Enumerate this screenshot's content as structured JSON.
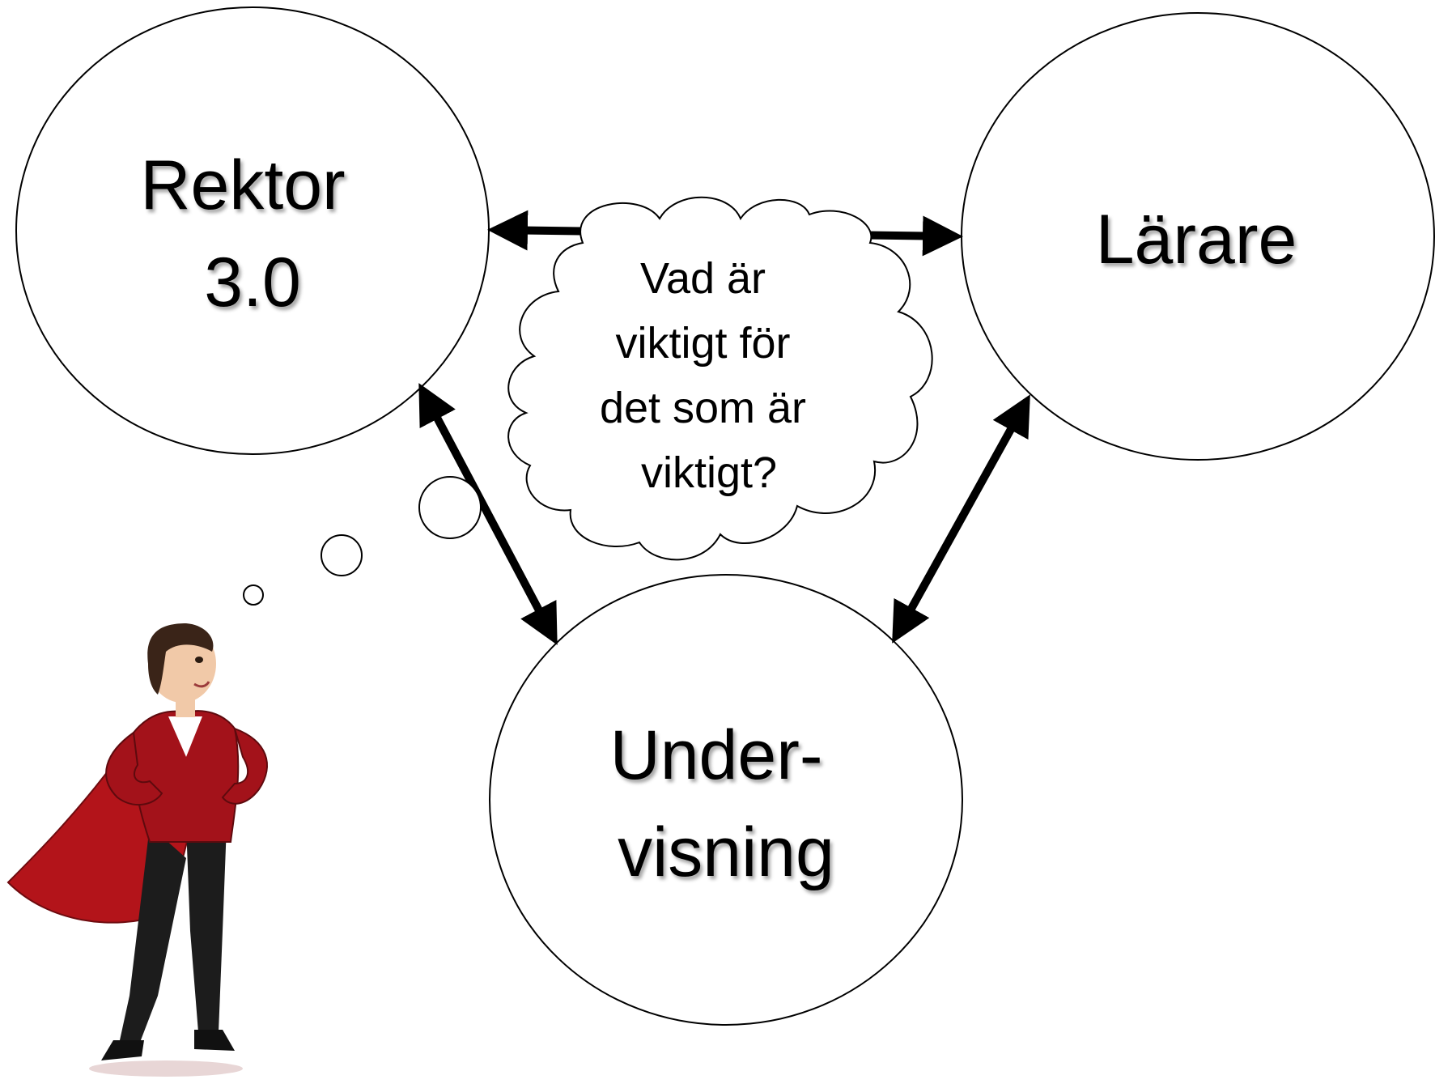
{
  "nodes": {
    "rektor": {
      "line1": "Rektor",
      "line2": "3.0"
    },
    "larare": {
      "label": "Lärare"
    },
    "undervisning": {
      "line1": "Under-",
      "line2": "visning"
    }
  },
  "thought_cloud": {
    "line1": "Vad är",
    "line2": "viktigt för",
    "line3": "det som är",
    "line4": "viktigt?"
  },
  "figure": {
    "description_icon": "superhero-woman-icon",
    "colors": {
      "cape": "#b3141a",
      "jacket": "#a3121a",
      "pants": "#1c1c1c",
      "hair": "#3a2418",
      "skin": "#f1c9a8"
    }
  },
  "colors": {
    "stroke": "#000000",
    "background": "#ffffff",
    "arrow": "#000000"
  }
}
